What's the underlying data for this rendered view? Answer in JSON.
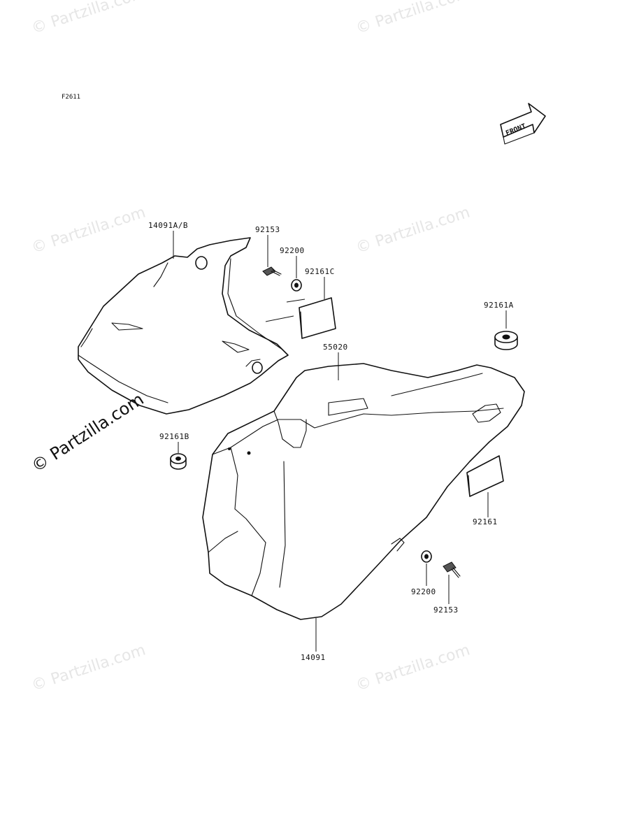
{
  "figure": {
    "code": "F2611",
    "front_indicator": "FRONT"
  },
  "watermarks": {
    "small": "© Partzilla.com",
    "large": "© Partzilla.com"
  },
  "parts": {
    "p14091ab": "14091A/B",
    "p92153_top": "92153",
    "p92200_top": "92200",
    "p92161c": "92161C",
    "p92161a": "92161A",
    "p55020": "55020",
    "p92161b": "92161B",
    "p92161": "92161",
    "p92200_bottom": "92200",
    "p92153_bottom": "92153",
    "p14091": "14091"
  },
  "colors": {
    "line": "#111111",
    "watermark": "#e6e6e6",
    "background": "#ffffff"
  }
}
